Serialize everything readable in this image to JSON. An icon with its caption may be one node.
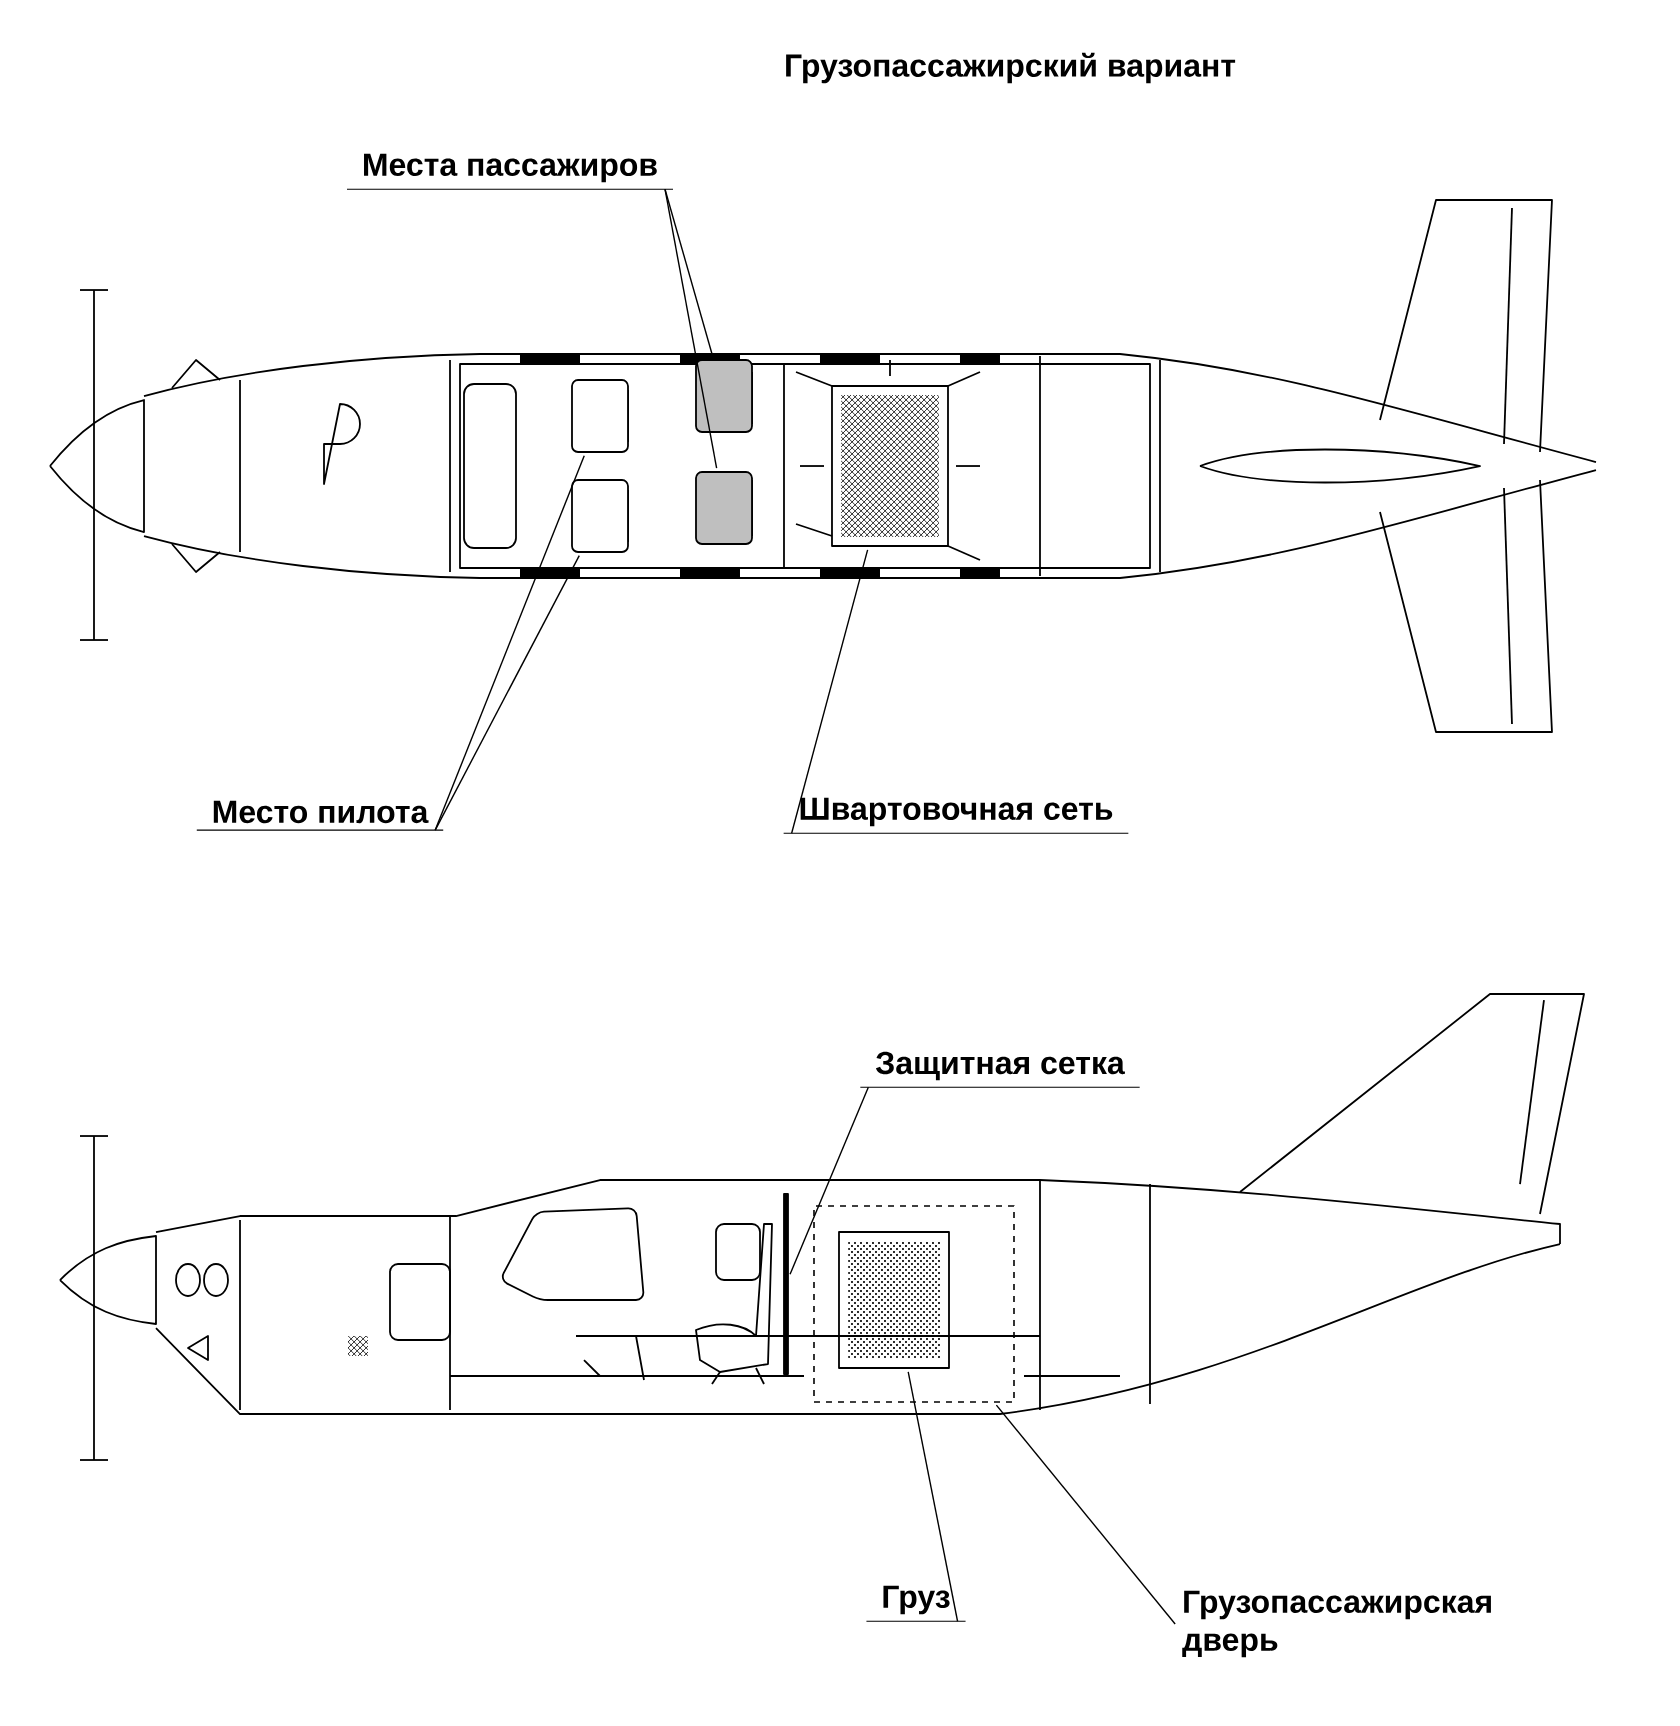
{
  "diagram": {
    "title": "Грузопассажирский вариант",
    "nodes": [
      {
        "text": [
          "Места пассажиров"
        ]
      },
      {
        "text": [],
        "shape": "box"
      },
      {
        "text": [],
        "shape": "box"
      },
      {
        "text": [
          "Место пилота"
        ]
      },
      {
        "text": [],
        "shape": "box"
      },
      {
        "text": [],
        "shape": "box"
      },
      {
        "text": [
          "Швартовочная сеть"
        ]
      },
      {
        "text": [],
        "shape": "box"
      },
      {
        "text": [
          "Защитная сетка"
        ]
      },
      {
        "text": [],
        "shape": "bar"
      },
      {
        "text": [
          "Груз"
        ]
      },
      {
        "text": [],
        "shape": "box"
      },
      {
        "text": [],
        "shape": "box",
        "in": 11
      },
      {
        "text": [
          "Грузопассажирская дверь"
        ]
      }
    ],
    "edges": [
      {
        "from": 0,
        "to": 1,
        "arrow": "none"
      },
      {
        "from": 0,
        "to": 2,
        "arrow": "none"
      },
      {
        "from": 3,
        "to": 4,
        "arrow": "none"
      },
      {
        "from": 3,
        "to": 5,
        "arrow": "none"
      },
      {
        "from": 6,
        "to": 7,
        "arrow": "none"
      },
      {
        "from": 8,
        "to": 9,
        "arrow": "none"
      },
      {
        "from": 10,
        "to": 12,
        "arrow": "none"
      },
      {
        "from": 13,
        "to": 11,
        "arrow": "none"
      }
    ]
  }
}
